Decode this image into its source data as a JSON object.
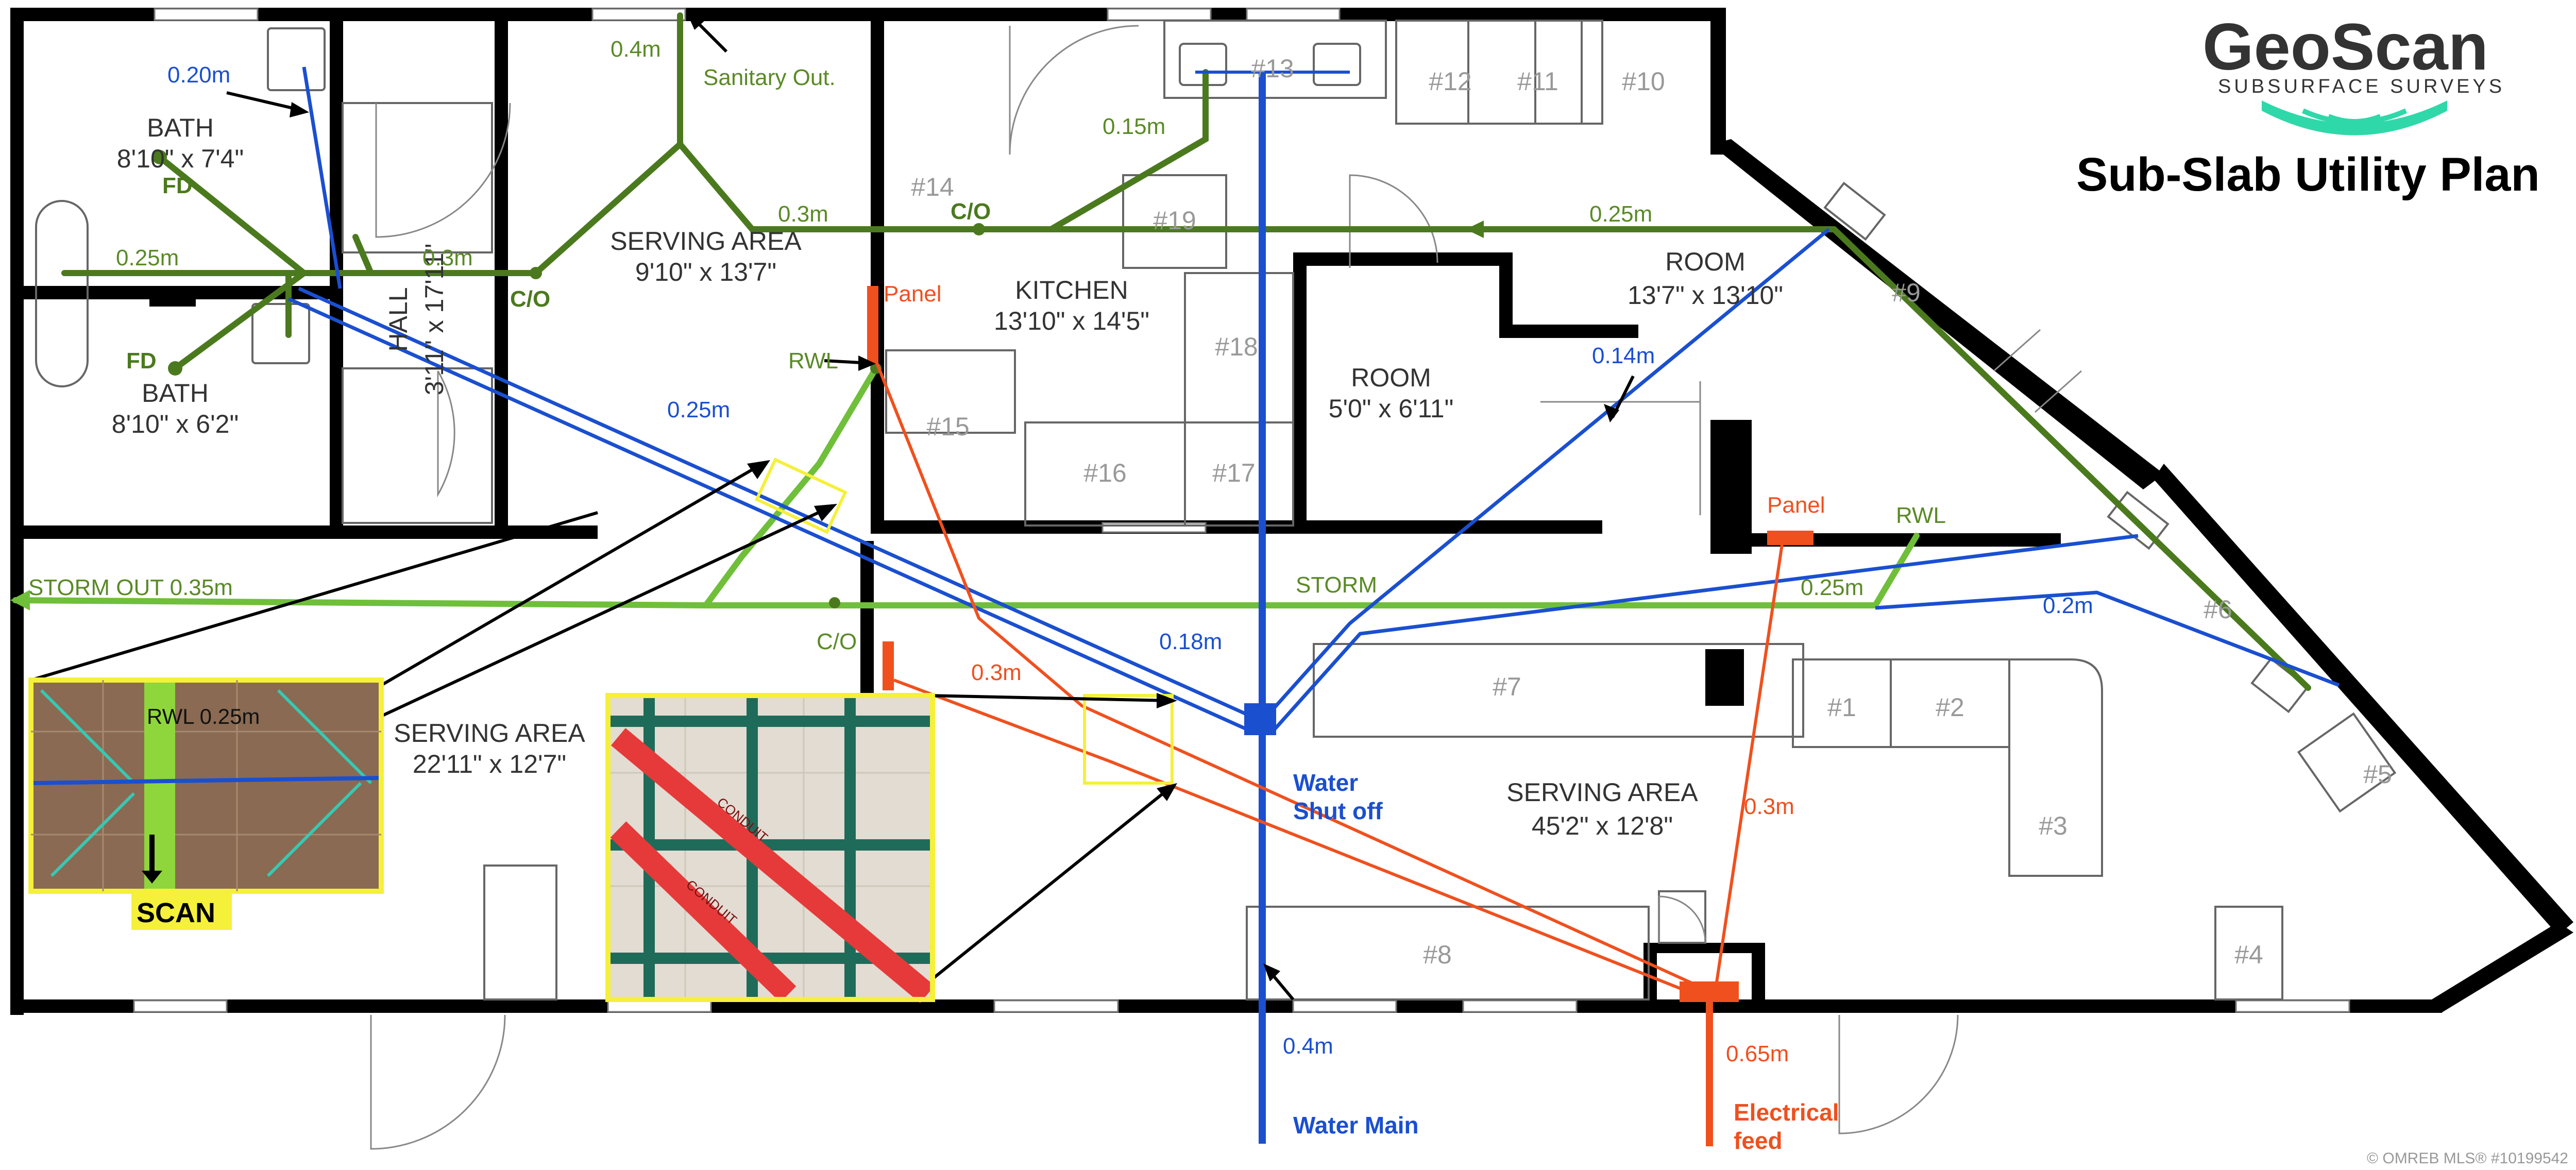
{
  "brand": {
    "name": "GeoScan",
    "tagline": "SUBSURFACE SURVEYS",
    "plan_title": "Sub-Slab Utility Plan",
    "accent": "#2fd8a8"
  },
  "rooms": {
    "bath1": {
      "name": "BATH",
      "dim": "8'10\" x 7'4\""
    },
    "bath2": {
      "name": "BATH",
      "dim": "8'10\" x 6'2\""
    },
    "hall": {
      "name": "HALL",
      "dim": "3'11\" x 17'11\""
    },
    "serving1": {
      "name": "SERVING AREA",
      "dim": "9'10\" x 13'7\""
    },
    "kitchen": {
      "name": "KITCHEN",
      "dim": "13'10\" x 14'5\""
    },
    "room_small": {
      "name": "ROOM",
      "dim": "5'0\" x 6'11\""
    },
    "room_large": {
      "name": "ROOM",
      "dim": "13'7\" x 13'10\""
    },
    "serving2": {
      "name": "SERVING AREA",
      "dim": "22'11\" x 12'7\""
    },
    "serving3": {
      "name": "SERVING AREA",
      "dim": "45'2\" x 12'8\""
    }
  },
  "fixtures": [
    "#1",
    "#2",
    "#3",
    "#4",
    "#5",
    "#6",
    "#7",
    "#8",
    "#9",
    "#10",
    "#11",
    "#12",
    "#13",
    "#14",
    "#15",
    "#16",
    "#17",
    "#18",
    "#19"
  ],
  "labels": {
    "sanitary_out": "Sanitary Out.",
    "san_04": "0.4m",
    "san_015": "0.15m",
    "san_03a": "0.3m",
    "san_03b": "0.3m",
    "san_025a": "0.25m",
    "san_025b": "0.25m",
    "fd": "FD",
    "co": "C/O",
    "rwl": "RWL",
    "storm_out": "STORM OUT  0.35m",
    "storm": "STORM",
    "storm_025": "0.25m",
    "w_020": "0.20m",
    "w_025": "0.25m",
    "w_014": "0.14m",
    "w_018": "0.18m",
    "w_02": "0.2m",
    "w_04": "0.4m",
    "water_shutoff_1": "Water",
    "water_shutoff_2": "Shut off",
    "water_main": "Water Main",
    "panel": "Panel",
    "e_03a": "0.3m",
    "e_03b": "0.3m",
    "e_065": "0.65m",
    "elec_feed_1": "Electrical",
    "elec_feed_2": "feed"
  },
  "inset1": {
    "label": "RWL 0.25m",
    "scan": "SCAN"
  },
  "inset2": {
    "conduit_text": "CONDUIT"
  },
  "watermark": "© OMREB MLS® #10199542",
  "colors": {
    "sanitary": "#4b7a1e",
    "storm": "#6fbf3a",
    "water": "#1a4fd0",
    "electrical": "#f0501e",
    "highlight": "#f5f03a"
  }
}
